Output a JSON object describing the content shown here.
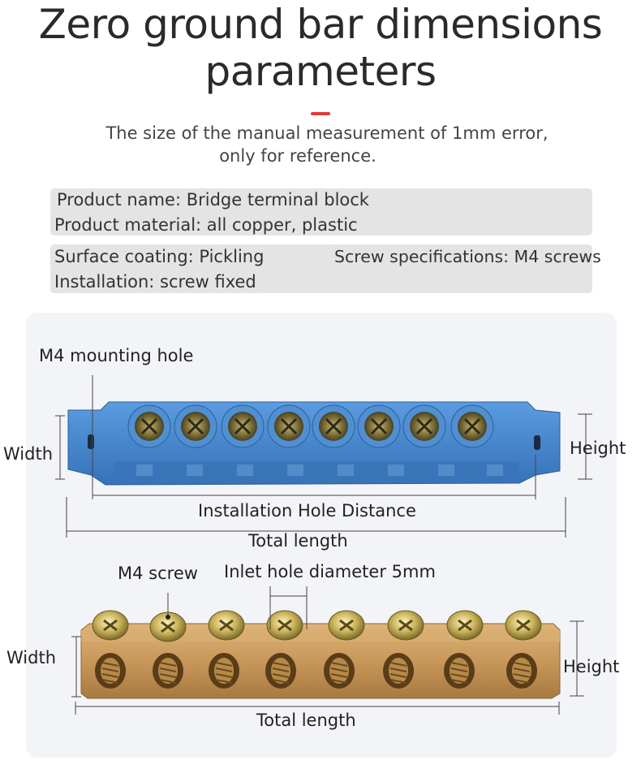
{
  "header": {
    "title_line_1": "Zero ground bar dimensions",
    "title_line_2": "parameters",
    "subtitle_line_1": "The size of the manual measurement of 1mm error,",
    "subtitle_line_2": "only for reference.",
    "accent_color": "#e03c3c"
  },
  "specs": {
    "product_name": "Product name: Bridge terminal block",
    "product_material": "Product material: all copper, plastic",
    "surface_coating": "Surface coating: Pickling",
    "screw_specifications": "Screw specifications: M4 screws",
    "installation": "Installation: screw fixed"
  },
  "blue_bar_diagram": {
    "mounting_hole_label": "M4 mounting hole",
    "width_label": "Width",
    "height_label": "Height",
    "installation_distance_label": "Installation Hole Distance",
    "total_length_label": "Total length",
    "color": "#3d7fc4"
  },
  "brass_bar_diagram": {
    "screw_label": "M4 screw",
    "inlet_label": "Inlet hole diameter 5mm",
    "width_label": "Width",
    "height_label": "Height",
    "total_length_label": "Total length",
    "color": "#c8975a"
  }
}
